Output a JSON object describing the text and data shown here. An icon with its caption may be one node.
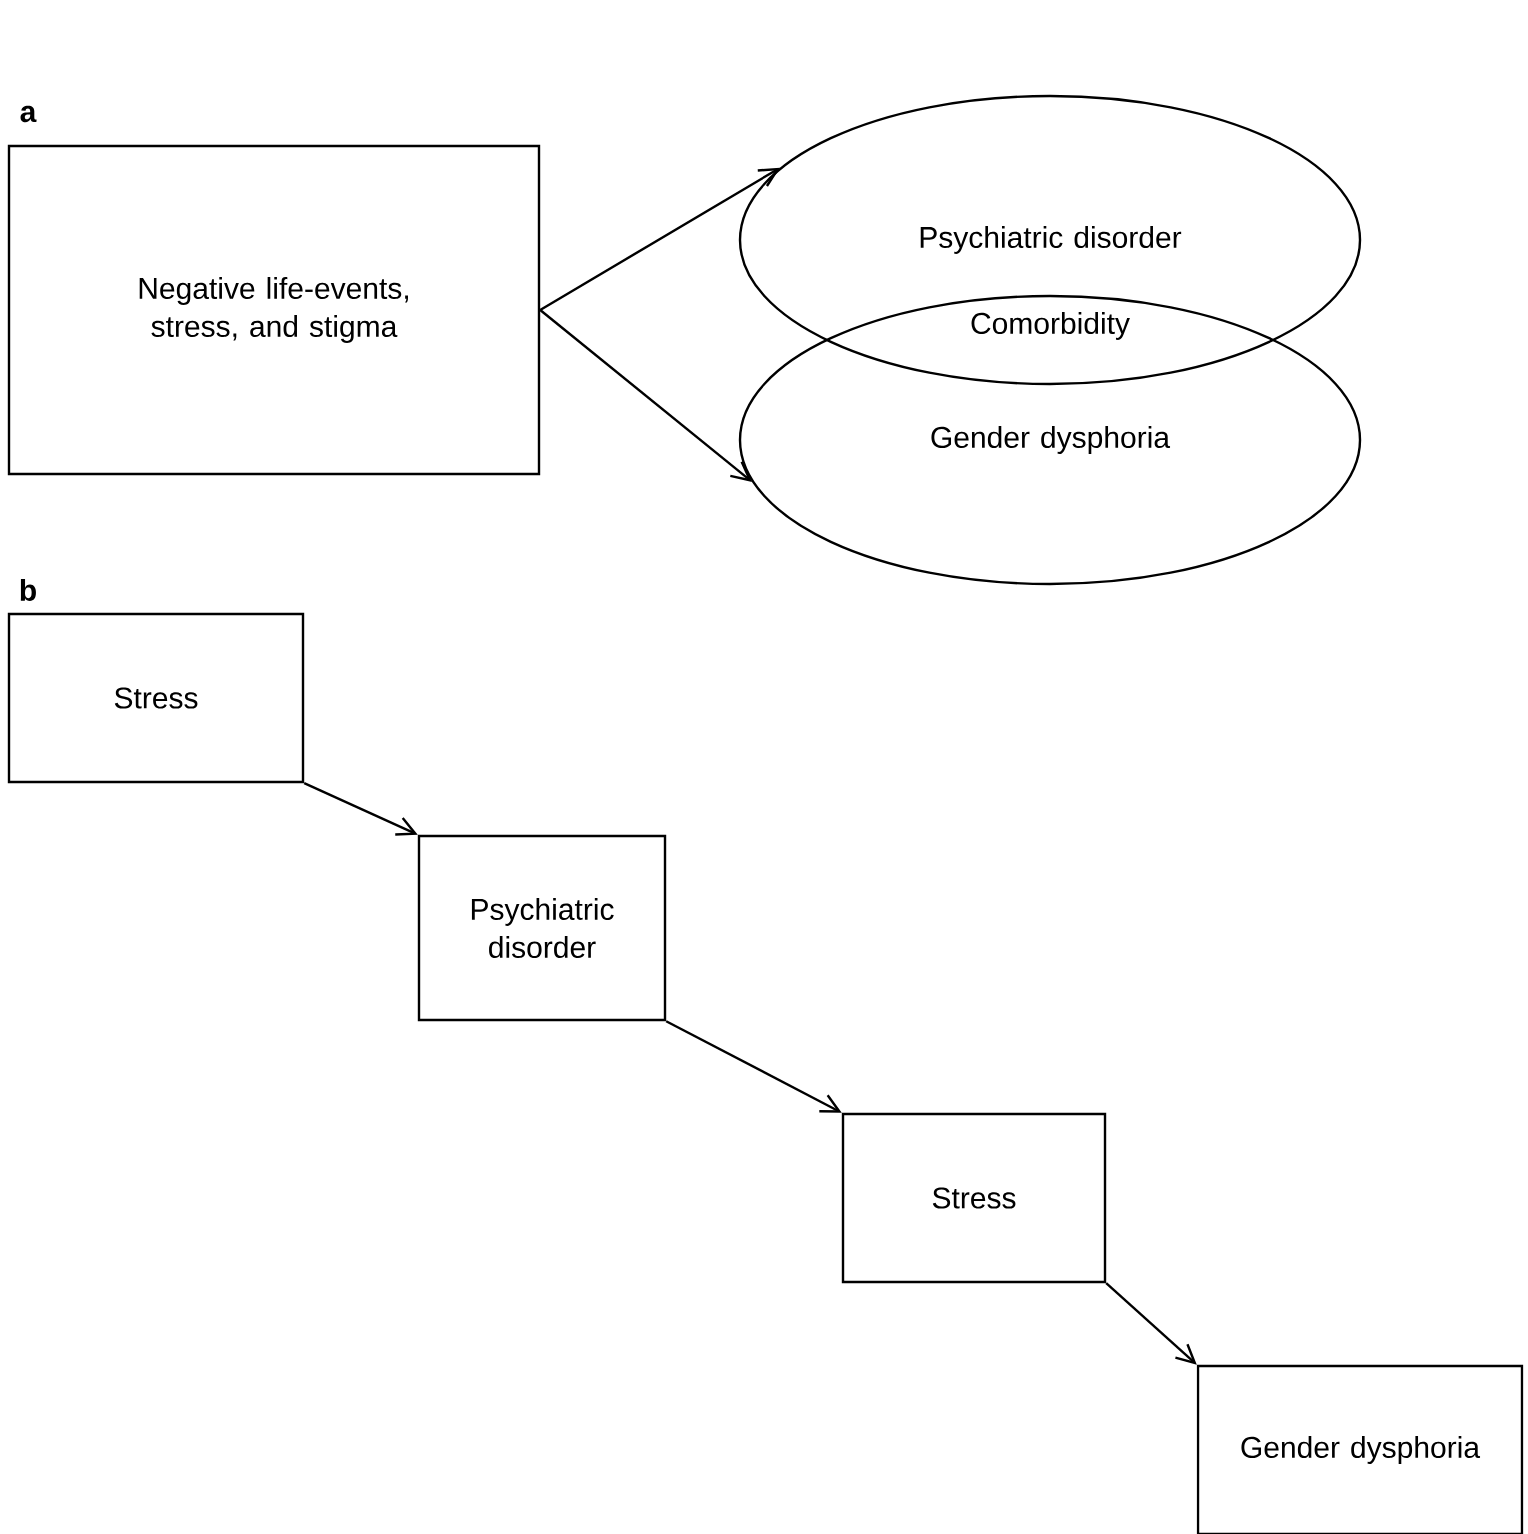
{
  "diagram": {
    "nodes": [
      {
        "text": [
          "Negative life-events, stress, and stigma"
        ]
      },
      {
        "text": [
          "Psychiatric disorder"
        ]
      },
      {
        "text": [
          "Gender dysphoria"
        ]
      },
      {
        "text": [
          "Stress"
        ]
      },
      {
        "text": [
          "Psychiatric disorder"
        ]
      },
      {
        "text": [
          "Stress"
        ]
      },
      {
        "text": [
          "Gender dysphoria"
        ]
      }
    ],
    "edges": [
      {
        "from": 0,
        "to": 1,
        "arrow": "to"
      },
      {
        "from": 0,
        "to": 2,
        "arrow": "to"
      },
      {
        "from": 3,
        "to": 4,
        "arrow": "to"
      },
      {
        "from": 4,
        "to": 5,
        "arrow": "to"
      },
      {
        "from": 5,
        "to": 6,
        "arrow": "to"
      }
    ],
    "labels": [
      "a",
      "Comorbidity",
      "b"
    ]
  }
}
